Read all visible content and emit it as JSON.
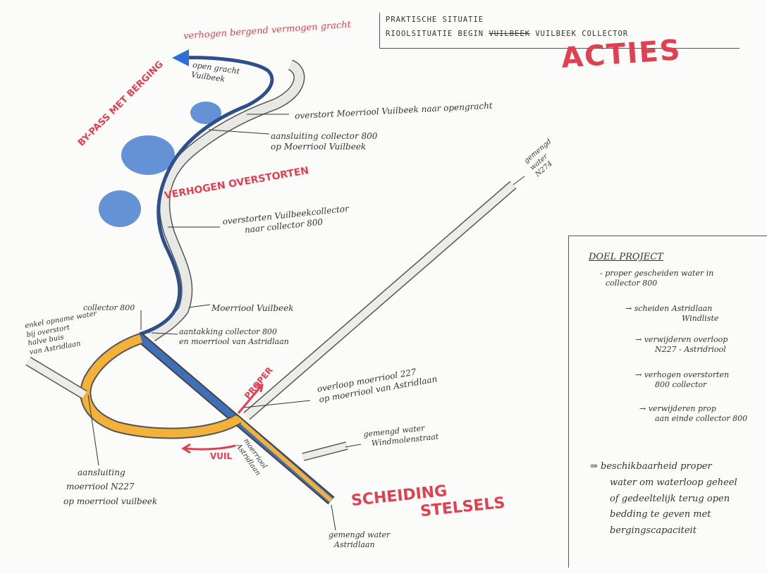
{
  "header": {
    "line1": "PRAKTISCHE  SITUATIE",
    "line2_a": "RIOOLSITUATIE  BEGIN",
    "line2_strike": "VUILBEEK",
    "line2_b": "VUILBEEK COLLECTOR"
  },
  "titles": {
    "acties": "ACTIES",
    "top_action": "verhogen bergend vermogen gracht",
    "bypass": "BY-PASS MET BERGING",
    "verhogen": "VERHOGEN OVERSTORTEN",
    "proper": "PROPER",
    "vuil": "VUIL",
    "scheiding_1": "SCHEIDING",
    "scheiding_2": "STELSELS"
  },
  "labels": {
    "open_gracht": [
      "open gracht",
      "Vuilbeek"
    ],
    "overstort_mr": "overstort Moerriool Vuilbeek naar opengracht",
    "aansluiting_800": [
      "aansluiting collector 800",
      "op Moerriool Vuilbeek"
    ],
    "gemengd_n274": [
      "gemengd",
      "water",
      "N274"
    ],
    "overstorten": [
      "overstorten Vuilbeekcollector",
      "naar collector 800"
    ],
    "collector800": "collector 800",
    "moerriool_vuilbeek": "Moerriool Vuilbeek",
    "enkel_opname": [
      "enkel opname water",
      "bij overstort",
      "halve buis",
      "van Astridlaan"
    ],
    "aantakking": [
      "aantakking collector 800",
      "en moerriool van Astridlaan"
    ],
    "overloop": [
      "overloop moerriool 227",
      "op moerriool van Astridlaan"
    ],
    "moerriool_astrid": [
      "moerriool",
      "Astridlaan"
    ],
    "gemengd_windmolen": [
      "gemengd water",
      "Windmolenstraat"
    ],
    "aansluiting_n227": [
      "aansluiting",
      "moerriool N227",
      "op moerriool vuilbeek"
    ],
    "gemengd_astrid": [
      "gemengd water",
      "Astridlaan"
    ]
  },
  "panel": {
    "doel": "DOEL PROJECT",
    "line1": [
      "- proper gescheiden water in",
      "collector 800"
    ],
    "items": [
      [
        "→ scheiden Astridlaan",
        "Windliste"
      ],
      [
        "→ verwijderen overloop",
        "N227 - Astridriool"
      ],
      [
        "→ verhogen overstorten",
        "800 collector"
      ],
      [
        "→ verwijderen prop",
        "aan einde collector 800"
      ]
    ],
    "conclusion": [
      "⇒ beschikbaarheid proper",
      "water om waterloop geheel",
      "of gedeeltelijk terug open",
      "bedding te geven met",
      "bergingscapaciteit"
    ]
  },
  "colors": {
    "red": "#e04050",
    "blue": "#2d6fd6",
    "yellow": "#f2b23a",
    "pipe": "#e8e8e4"
  }
}
